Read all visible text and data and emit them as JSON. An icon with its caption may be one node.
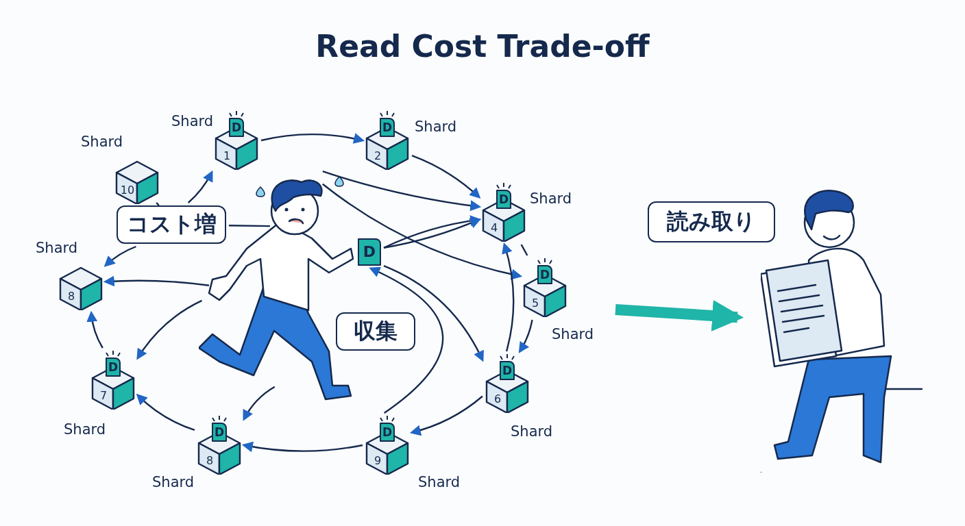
{
  "diagram": {
    "title": "Read Cost Trade-off",
    "nodes": [
      {
        "text": [
          "D",
          "1"
        ],
        "beside": [
          "Shard"
        ]
      },
      {
        "text": [
          "D",
          "2"
        ],
        "beside": [
          "Shard"
        ]
      },
      {
        "text": [
          "D",
          "4"
        ],
        "beside": [
          "Shard"
        ]
      },
      {
        "text": [
          "D",
          "5"
        ],
        "beside": [
          "Shard"
        ]
      },
      {
        "text": [
          "D",
          "6"
        ],
        "beside": [
          "Shard"
        ]
      },
      {
        "text": [
          "D",
          "9"
        ],
        "beside": [
          "Shard"
        ]
      },
      {
        "text": [
          "D",
          "8"
        ],
        "beside": [
          "Shard"
        ]
      },
      {
        "text": [
          "D",
          "7"
        ],
        "beside": [
          "Shard"
        ]
      },
      {
        "text": [
          "8"
        ],
        "beside": [
          "Shard"
        ]
      },
      {
        "text": [
          "10"
        ],
        "beside": [
          "Shard"
        ]
      },
      {
        "text": [
          "コスト増"
        ]
      },
      {
        "text": [
          "収集"
        ]
      },
      {
        "text": [
          "読み取り"
        ]
      },
      {
        "text": [],
        "shape": "person"
      },
      {
        "text": [],
        "shape": "person"
      },
      {
        "text": [
          "D"
        ]
      }
    ],
    "edges": [
      {
        "from": 0,
        "to": 1,
        "arrow": "to"
      },
      {
        "from": 1,
        "to": 2,
        "arrow": "to"
      },
      {
        "from": 13,
        "to": 2,
        "arrow": "to"
      },
      {
        "from": 15,
        "to": 2,
        "arrow": "to"
      },
      {
        "from": 15,
        "to": 2,
        "arrow": "to"
      },
      {
        "from": 13,
        "to": 3,
        "arrow": "to"
      },
      {
        "from": 2,
        "to": 3,
        "arrow": "none"
      },
      {
        "from": 3,
        "to": 4,
        "arrow": "to"
      },
      {
        "from": 15,
        "to": 4,
        "arrow": "to"
      },
      {
        "from": 4,
        "to": 2,
        "arrow": "to"
      },
      {
        "from": 4,
        "to": 5,
        "arrow": "to"
      },
      {
        "from": 5,
        "to": 6,
        "arrow": "to"
      },
      {
        "from": 6,
        "to": 7,
        "arrow": "to"
      },
      {
        "from": 7,
        "to": 8,
        "arrow": "to"
      },
      {
        "from": 13,
        "to": 8,
        "arrow": "to"
      },
      {
        "from": 10,
        "to": 8,
        "arrow": "to"
      },
      {
        "from": 10,
        "to": 0,
        "arrow": "to"
      },
      {
        "from": 10,
        "to": 13,
        "arrow": "none"
      },
      {
        "from": 9,
        "to": 10,
        "arrow": "none"
      },
      {
        "from": 13,
        "to": 7,
        "arrow": "to"
      },
      {
        "from": 13,
        "to": 6,
        "arrow": "to"
      },
      {
        "from": 5,
        "to": 15,
        "arrow": "to"
      },
      {
        "from": null,
        "to": 14,
        "arrow": "to",
        "style": "thick",
        "color": "#1fb5a8"
      }
    ]
  }
}
